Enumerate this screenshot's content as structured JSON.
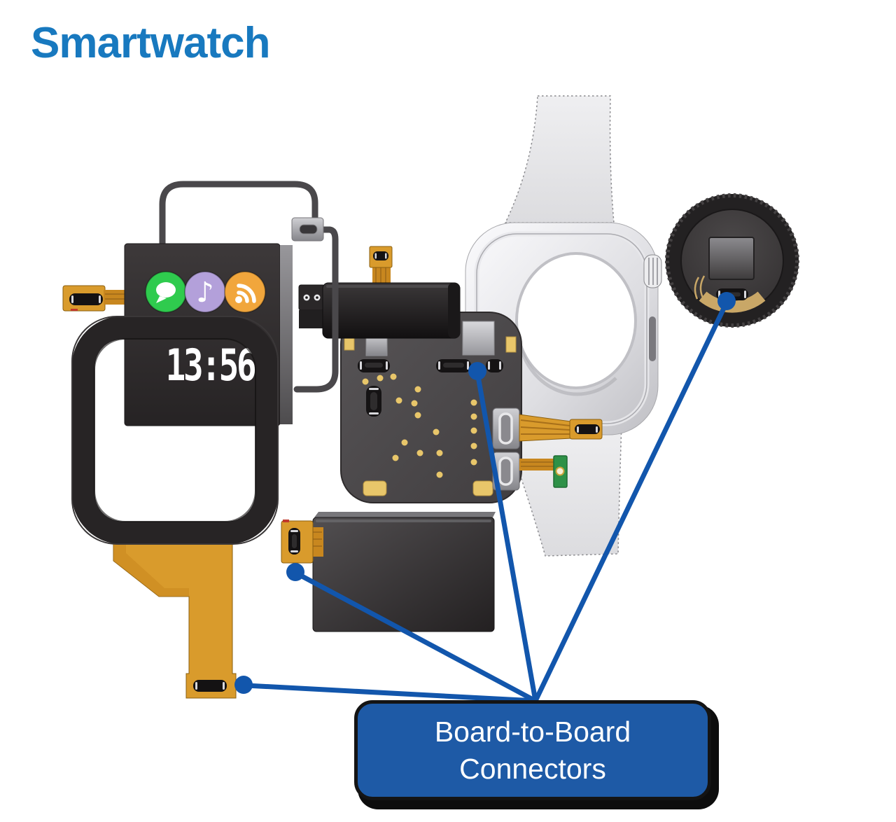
{
  "title": {
    "text": "Smartwatch"
  },
  "display_module": {
    "clock_time": "13:56",
    "app_icons": [
      {
        "name": "messages-icon",
        "bg": "#2FCB4E"
      },
      {
        "name": "music-icon",
        "bg": "#B3A0DA",
        "glyph": "♪"
      },
      {
        "name": "rss-icon",
        "bg": "#F1A63C"
      }
    ]
  },
  "callout": {
    "line1": "Board-to-Board",
    "line2": "Connectors"
  },
  "colors": {
    "title_blue": "#1879BF",
    "callout_blue": "#1E5AA6",
    "leader_blue": "#1256AC",
    "flex_orange": "#D99B2C",
    "gold": "#E8C66A",
    "green_pcb": "#2E9147"
  }
}
